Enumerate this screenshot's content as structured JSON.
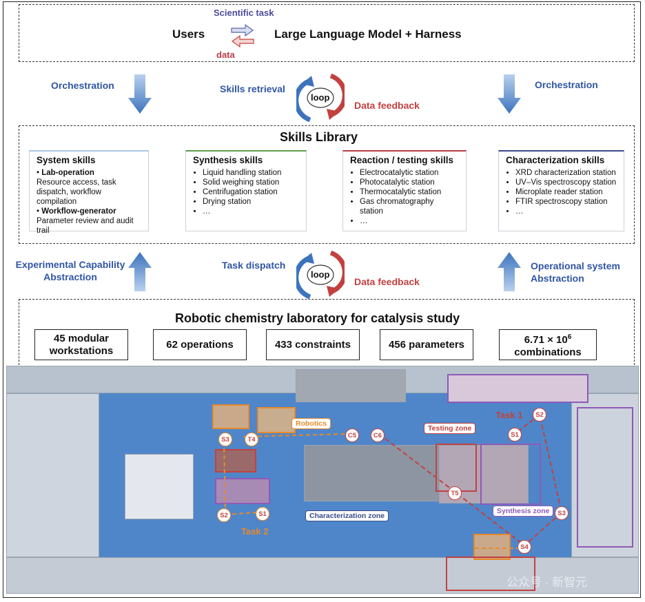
{
  "top": {
    "users": "Users",
    "llm": "Large Language Model + Harness",
    "task_label": "Scientific task",
    "data_label": "data"
  },
  "flow1": {
    "left": "Orchestration",
    "right": "Orchestration",
    "retrieval": "Skills retrieval",
    "loop": "loop",
    "feedback": "Data feedback"
  },
  "skills": {
    "title": "Skills Library",
    "cards": [
      {
        "title": "System skills",
        "accent": "#a9c4e4"
      },
      {
        "title": "Synthesis skills",
        "accent": "#5c9e4b",
        "items": [
          "Liquid handling station",
          "Solid weighing station",
          "Centrifugation station",
          "Drying station",
          "…"
        ]
      },
      {
        "title": "Reaction / testing skills",
        "accent": "#b83b44",
        "items": [
          "Electrocatalytic station",
          "Photocatalytic station",
          "Thermocatalytic station",
          "Gas chromatography station",
          "…"
        ]
      },
      {
        "title": "Characterization skills",
        "accent": "#3a4a8a",
        "items": [
          "XRD characterization station",
          "UV–Vis spectroscopy station",
          "Microplate reader station",
          "FTIR spectroscopy station",
          "…"
        ]
      }
    ],
    "system": {
      "lab_op": "Lab-operation",
      "lab_op_desc": "Resource access, task dispatch, workflow compilation",
      "wf_gen": "Workflow-generator",
      "wf_gen_desc": "Parameter review and audit trail"
    }
  },
  "flow2": {
    "left": "Experimental Capability Abstraction",
    "right": "Operational system Abstraction",
    "dispatch": "Task dispatch",
    "loop": "loop",
    "feedback": "Data feedback"
  },
  "lab": {
    "title": "Robotic chemistry laboratory for catalysis study",
    "stats": [
      "45 modular workstations",
      "62 operations",
      "433 constraints",
      "456 parameters"
    ],
    "combinations_base": "6.71 × 10",
    "combinations_exp": "6",
    "combinations_word": "combinations",
    "zones": {
      "robotics": "Robotics",
      "testing": "Testing zone",
      "characterization": "Characterization zone",
      "synthesis": "Synthesis zone"
    },
    "tasks": {
      "task1": "Task 1",
      "task2": "Task 2"
    },
    "markers": [
      "S3",
      "T4",
      "C5",
      "C6",
      "S2",
      "S1",
      "S1",
      "S2",
      "T5",
      "S3",
      "S4"
    ],
    "watermark": "公众号 · 新智元"
  },
  "colors": {
    "blue": "#2f55a4",
    "red": "#c2413f",
    "orange": "#e8892b",
    "purple": "#8f59b8"
  }
}
